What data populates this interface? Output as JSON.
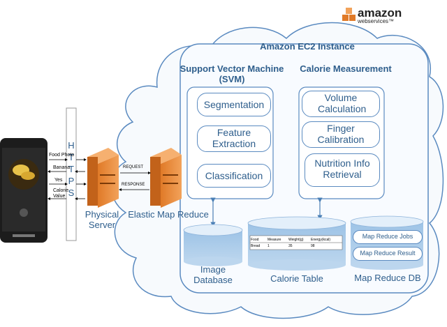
{
  "logo": {
    "brand": "amazon",
    "sub": "webservices",
    "tm": "™"
  },
  "ec2": {
    "title": "Amazon EC2 Instance"
  },
  "svm": {
    "title": "Support Vector Machine (SVM)",
    "steps": [
      "Segmentation",
      "Feature Extraction",
      "Classification"
    ]
  },
  "calorie": {
    "title": "Calorie Measurement",
    "steps": [
      "Volume Calculation",
      "Finger Calibration",
      "Nutrition Info Retrieval"
    ]
  },
  "http": {
    "letters": [
      "H",
      "T",
      "T",
      "P",
      "S"
    ]
  },
  "phone": {
    "messages": [
      "Food Photo",
      "Banana",
      "Yes",
      "Calorie Value"
    ]
  },
  "servers": {
    "physical": "Physical Server",
    "emr": "Elastic Map Reduce",
    "request": "REQUEST",
    "response": "RESPONSE"
  },
  "databases": {
    "image": "Image Database",
    "calorie_table": "Calorie Table",
    "mapreduce_db": "Map Reduce DB"
  },
  "table": {
    "headers": [
      "Food",
      "Measure",
      "Weight(g)",
      "Energy(kcal)"
    ],
    "row": [
      "Bread",
      "1",
      "35",
      "98"
    ]
  },
  "mapreduce": {
    "jobs": "Map Reduce Jobs",
    "result": "Map Reduce Result"
  }
}
